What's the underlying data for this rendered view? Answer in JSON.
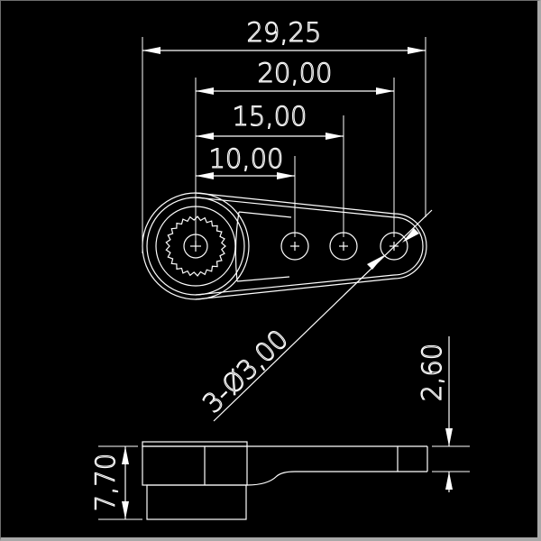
{
  "drawing": {
    "colors": {
      "background": "#000000",
      "line": "#ffffff"
    },
    "dimensions": {
      "overall_length": "29,25",
      "hole_3": "20,00",
      "hole_2": "15,00",
      "hole_1": "10,00",
      "hole_diameter": "3-Ø3,00",
      "arm_thickness": "2,60",
      "total_height": "7,70"
    }
  }
}
